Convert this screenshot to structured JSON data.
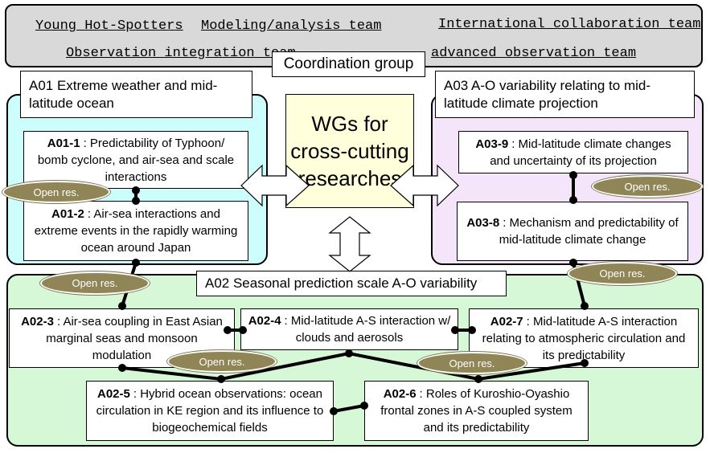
{
  "teams": {
    "young": "Young Hot-Spotters",
    "modeling": "Modeling/analysis team",
    "international": "International collaboration team",
    "observation": "Observation integration team",
    "advanced": "advanced observation team"
  },
  "coordination": "Coordination group",
  "wg": "WGs for cross-cutting researches",
  "a01": {
    "title": "A01 Extreme weather and mid-latitude ocean",
    "b1": {
      "code": "A01-1",
      "text": ": Predictability of Typhoon/ bomb cyclone, and air-sea and scale interactions"
    },
    "b2": {
      "code": "A01-2",
      "text": ": Air-sea interactions and extreme events in the rapidly warming ocean around Japan"
    }
  },
  "a03": {
    "title": "A03 A-O variability relating to mid-latitude climate projection",
    "b9": {
      "code": "A03-9",
      "text": ": Mid-latitude climate changes and uncertainty of its projection"
    },
    "b8": {
      "code": "A03-8",
      "text": ": Mechanism and predictability of mid-latitude climate change"
    }
  },
  "a02": {
    "title": "A02 Seasonal prediction scale A-O variability",
    "b3": {
      "code": "A02-3",
      "text": ": Air-sea coupling in East Asian marginal seas and monsoon modulation"
    },
    "b4": {
      "code": "A02-4",
      "text": ": Mid-latitude A-S interaction w/ clouds and aerosols"
    },
    "b7": {
      "code": "A02-7",
      "text": ": Mid-latitude A-S interaction relating to atmospheric circulation and its predictability"
    },
    "b5": {
      "code": "A02-5",
      "text": ": Hybrid ocean observations: ocean circulation in KE region and its influence to biogeochemical fields"
    },
    "b6": {
      "code": "A02-6",
      "text": ": Roles of Kuroshio-Oyashio frontal zones in A-S coupled system and its predictability"
    }
  },
  "open_res": "Open res.",
  "colors": {
    "a01_fill": "#ccfefe",
    "a03_fill": "#f4e5fb",
    "a02_fill": "#d7f8d6",
    "oval": "#8f8556",
    "wg_fill": "#ffffdb"
  }
}
